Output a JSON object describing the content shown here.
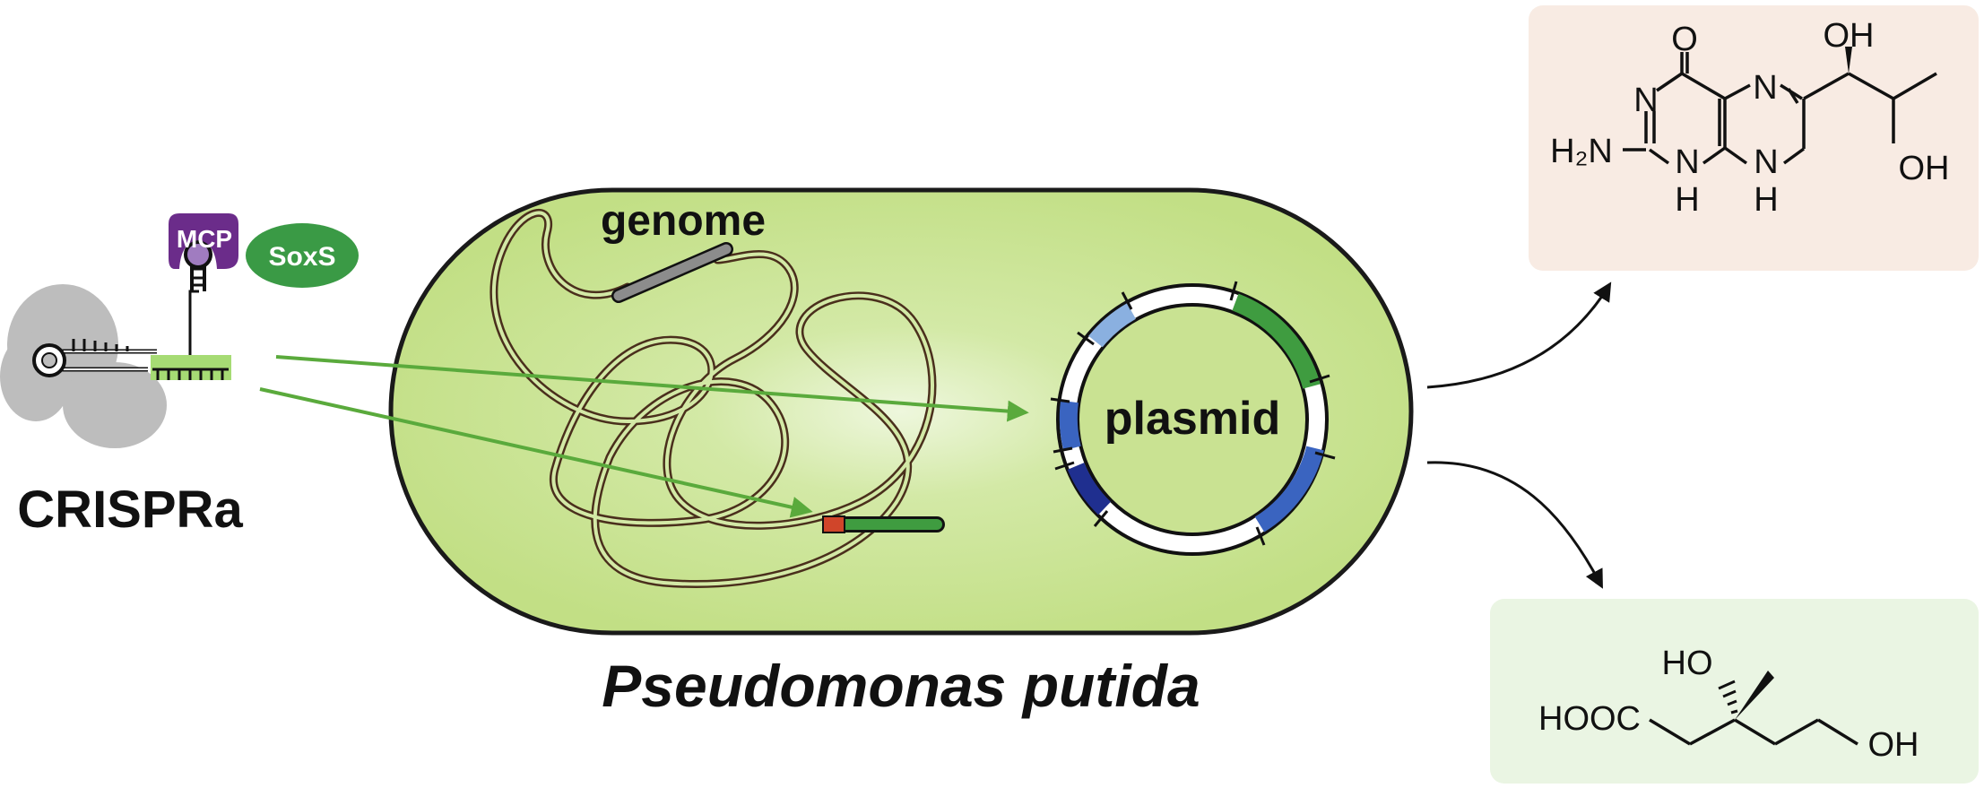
{
  "crispra": {
    "mcp_label": "MCP",
    "soxs_label": "SoxS",
    "title": "CRISPRa"
  },
  "cell": {
    "genome_label": "genome",
    "plasmid_label": "plasmid",
    "organism_label": "Pseudomonas putida"
  },
  "product_top": {
    "atoms": {
      "o": "O",
      "n_upper_left": "N",
      "n_upper_right": "N",
      "h2n": "H₂N",
      "nh_left_n": "N",
      "nh_left_h": "H",
      "nh_right_n": "N",
      "nh_right_h": "H",
      "oh_top": "OH",
      "oh_bottom": "OH"
    }
  },
  "product_bottom": {
    "atoms": {
      "ho": "HO",
      "hooc": "HOOC",
      "oh": "OH"
    }
  },
  "colors": {
    "cell_fill": "#c2df85",
    "cell_border": "#1a1a1a",
    "green_arrow": "#5aaa3c",
    "purple": "#6b2c8a",
    "light_purple": "#a07cc0",
    "soxs_green": "#3a9a45",
    "gray_complex": "#bdbdbd",
    "plasmid_green": "#3f9c40",
    "plasmid_blue_dark": "#1f2f8f",
    "plasmid_blue": "#3a64c0",
    "plasmid_blue_light": "#8ab0e0",
    "genome_red": "#d0452a",
    "top_box_bg": "#f8ebe3",
    "bottom_box_bg": "#eaf5e3"
  }
}
